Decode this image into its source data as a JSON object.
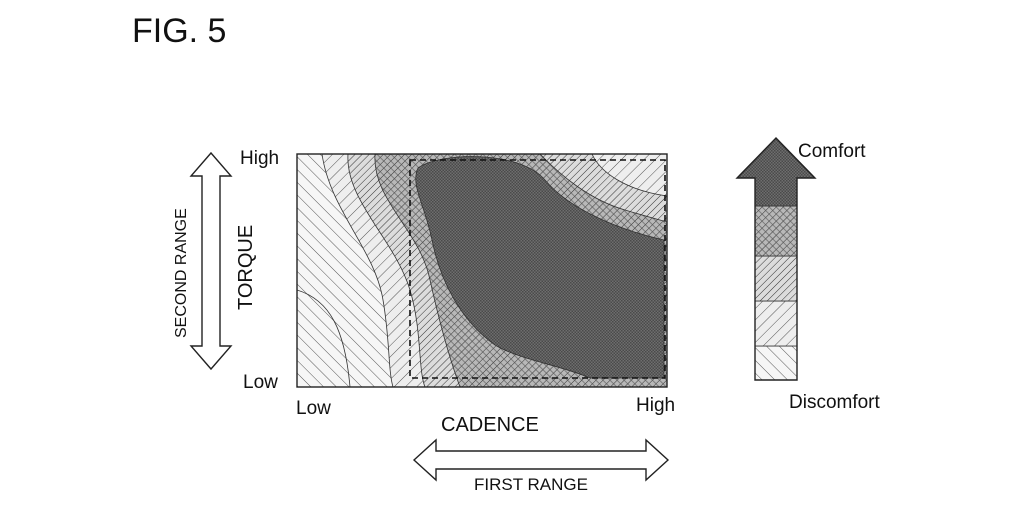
{
  "figure": {
    "title": "FIG. 5"
  },
  "axes": {
    "x": {
      "name": "CADENCE",
      "low": "Low",
      "high": "High",
      "range_label": "FIRST RANGE"
    },
    "y": {
      "name": "TORQUE",
      "low": "Low",
      "high": "High",
      "range_label": "SECOND RANGE"
    }
  },
  "legend": {
    "top_label": "Comfort",
    "bottom_label": "Discomfort",
    "levels": 5
  },
  "colors": {
    "line": "#222222",
    "fill_darkest": "#5a5a5a",
    "fill_dark": "#9a9a9a",
    "fill_mid": "#c4c4c4",
    "fill_light": "#e2e2e2",
    "fill_lightest": "#f6f6f6"
  }
}
